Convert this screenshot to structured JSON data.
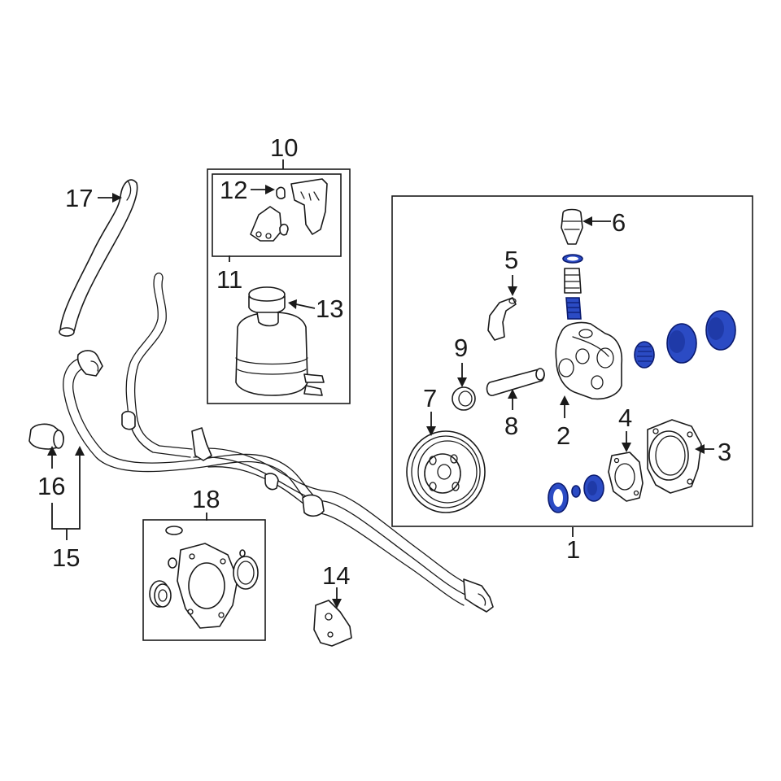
{
  "highlight_color": "#2b4bc4",
  "callouts": {
    "c1": "1",
    "c2": "2",
    "c3": "3",
    "c4": "4",
    "c5": "5",
    "c6": "6",
    "c7": "7",
    "c8": "8",
    "c9": "9",
    "c10": "10",
    "c11": "11",
    "c12": "12",
    "c13": "13",
    "c14": "14",
    "c15": "15",
    "c16": "16",
    "c17": "17",
    "c18": "18"
  }
}
